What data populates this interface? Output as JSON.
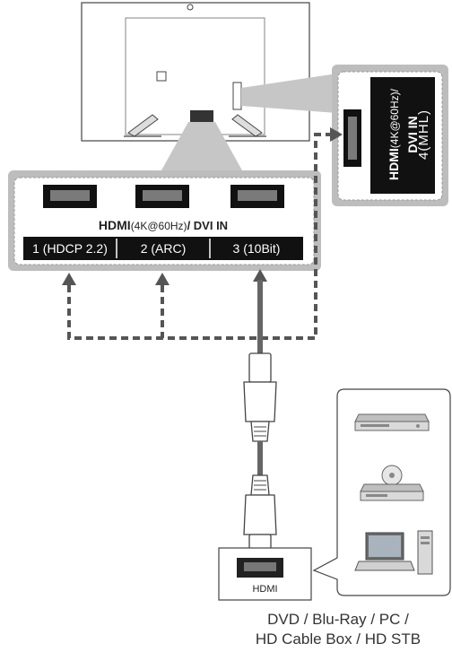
{
  "side_panel": {
    "hdmi_logo": "HDMI",
    "spec": "(4K@60Hz)/",
    "dvi": "DVI IN",
    "port_label": "4(MHL)"
  },
  "main_panel": {
    "hdmi_logo": "HDMI",
    "spec": "(4K@60Hz)",
    "dvi": "/ DVI IN",
    "ports": [
      {
        "label": "1 (HDCP 2.2)"
      },
      {
        "label": "2 (ARC)"
      },
      {
        "label": "3 (10Bit)"
      }
    ]
  },
  "device_connector_label": "HDMI",
  "caption": {
    "line1": "DVD / Blu-Ray / PC /",
    "line2": "HD Cable Box / HD STB"
  },
  "colors": {
    "panel_gray": "#bdbdbd",
    "port_black": "#111111",
    "line_gray": "#555555"
  }
}
